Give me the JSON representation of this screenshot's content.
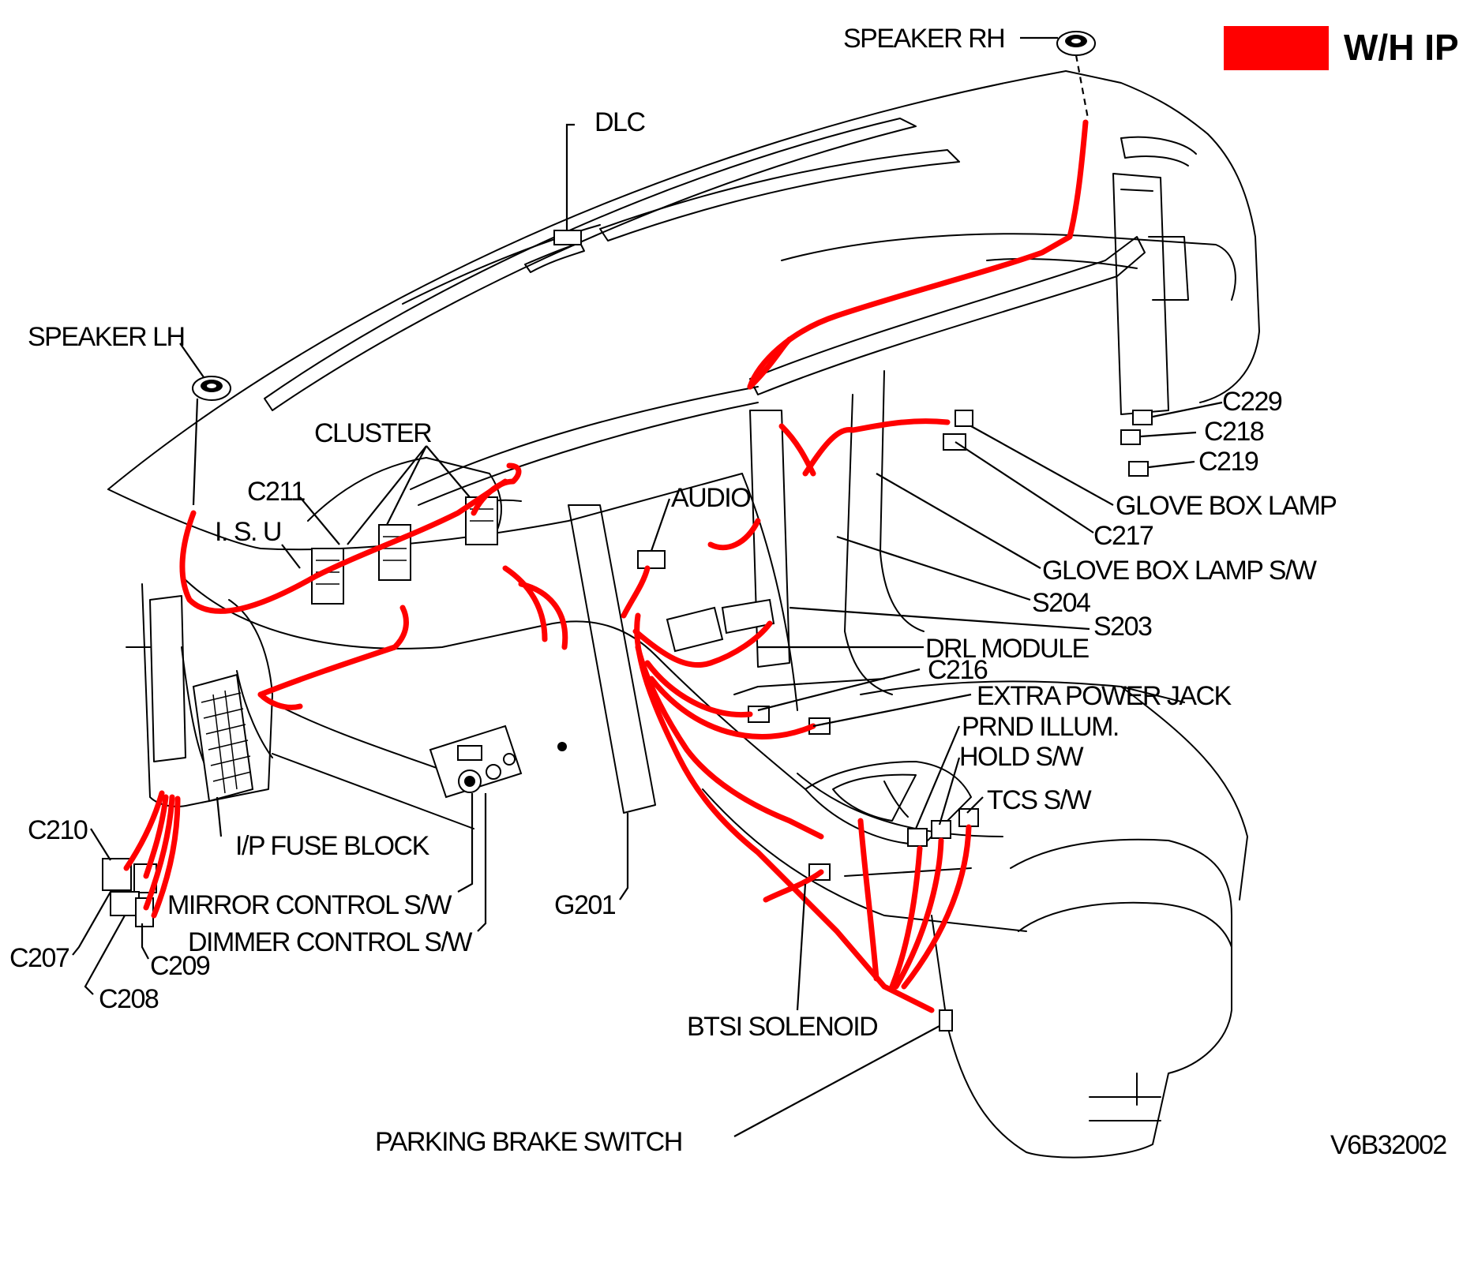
{
  "legend": {
    "swatch_color": "#ff0000",
    "label": "W/H IP"
  },
  "harness_color": "#ff0000",
  "figure_code": "V6B32002",
  "labels": {
    "speaker_rh": "SPEAKER RH",
    "dlc": "DLC",
    "speaker_lh": "SPEAKER LH",
    "cluster": "CLUSTER",
    "c211": "C211",
    "isu": "I. S. U",
    "audio": "AUDIO",
    "c229": "C229",
    "c218": "C218",
    "c219": "C219",
    "glove_box_lamp": "GLOVE BOX LAMP",
    "c217": "C217",
    "glove_box_lamp_sw": "GLOVE BOX LAMP S/W",
    "s204": "S204",
    "s203": "S203",
    "drl_module": "DRL MODULE",
    "c216": "C216",
    "extra_power_jack": "EXTRA POWER JACK",
    "prnd_illum": "PRND ILLUM.",
    "hold_sw": "HOLD S/W",
    "tcs_sw": "TCS S/W",
    "c210": "C210",
    "ip_fuse_block": "I/P FUSE BLOCK",
    "mirror_control_sw": "MIRROR CONTROL S/W",
    "dimmer_control_sw": "DIMMER CONTROL S/W",
    "g201": "G201",
    "c207": "C207",
    "c209": "C209",
    "c208": "C208",
    "btsi_solenoid": "BTSI SOLENOID",
    "parking_brake_switch": "PARKING BRAKE SWITCH"
  }
}
